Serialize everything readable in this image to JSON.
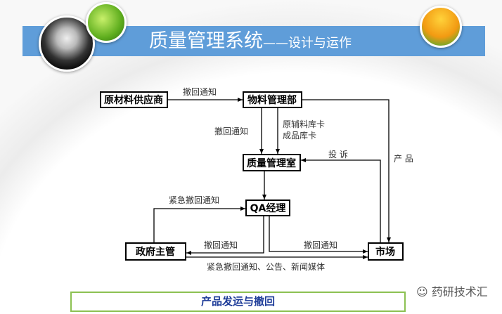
{
  "header": {
    "title": "质量管理系统",
    "subtitle": "——设计与运作"
  },
  "nodes": {
    "supplier": "原材料供应商",
    "materials": "物料管理部",
    "quality_office": "质量管理室",
    "qa_manager": "QA经理",
    "government": "政府主管",
    "market": "市场"
  },
  "edges": {
    "supplier_to_materials": "撤回通知",
    "materials_to_quality": "撤回通知",
    "materials_cards_1": "原辅料库卡",
    "materials_cards_2": "成品库卡",
    "complaint": "投 诉",
    "product": "产 品",
    "gov_urgent": "紧急撤回通知",
    "qa_to_gov": "撤回通知",
    "qa_to_market": "撤回通知",
    "gov_to_market": "紧急撤回通知、公告、新闻媒体"
  },
  "footer": {
    "caption": "产品发运与撤回"
  },
  "watermark": "药研技术汇"
}
